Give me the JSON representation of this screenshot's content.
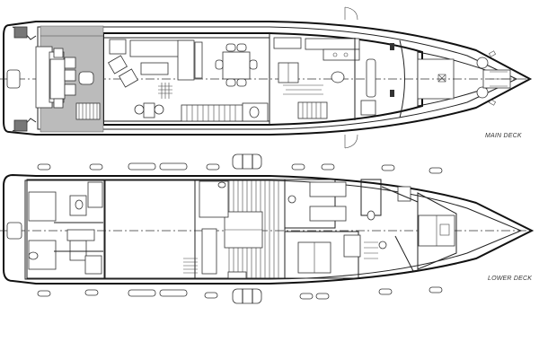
{
  "drawing": {
    "type": "yacht general arrangement plan",
    "background": "#ffffff",
    "line_color": "#222222"
  },
  "decks": [
    {
      "id": "main",
      "label": "MAIN DECK"
    },
    {
      "id": "lower",
      "label": "LOWER DECK"
    }
  ]
}
